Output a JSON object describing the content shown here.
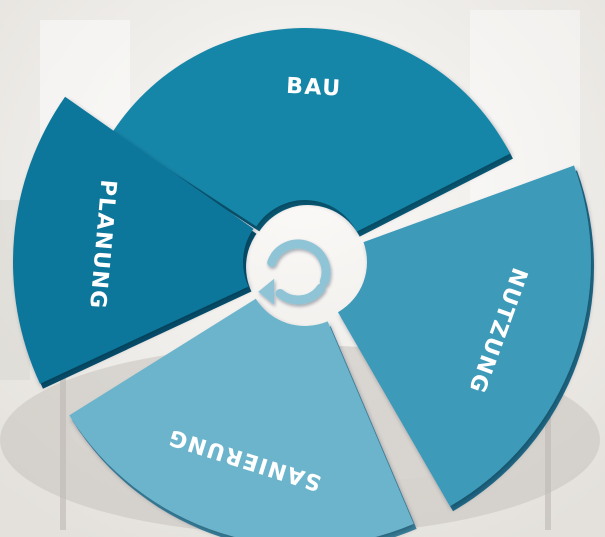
{
  "cycle": {
    "segments": [
      {
        "id": "bau",
        "label": "BAU",
        "color": "#1486a8",
        "shade": "#0a5f79"
      },
      {
        "id": "nutzung",
        "label": "NUTZUNG",
        "color": "#3d9ab8",
        "shade": "#23708c"
      },
      {
        "id": "sanierung",
        "label": "SANIERUNG",
        "color": "#6cb4cb",
        "shade": "#3f8aa3"
      },
      {
        "id": "planung",
        "label": "PLANUNG",
        "color": "#10779b",
        "shade": "#075470"
      }
    ],
    "center_icon": "cycle-arrow-icon",
    "center_icon_color": "#8fc3d6",
    "background_tones": [
      "#f4f3f1",
      "#e6e4e0",
      "#c9c6c1"
    ]
  }
}
